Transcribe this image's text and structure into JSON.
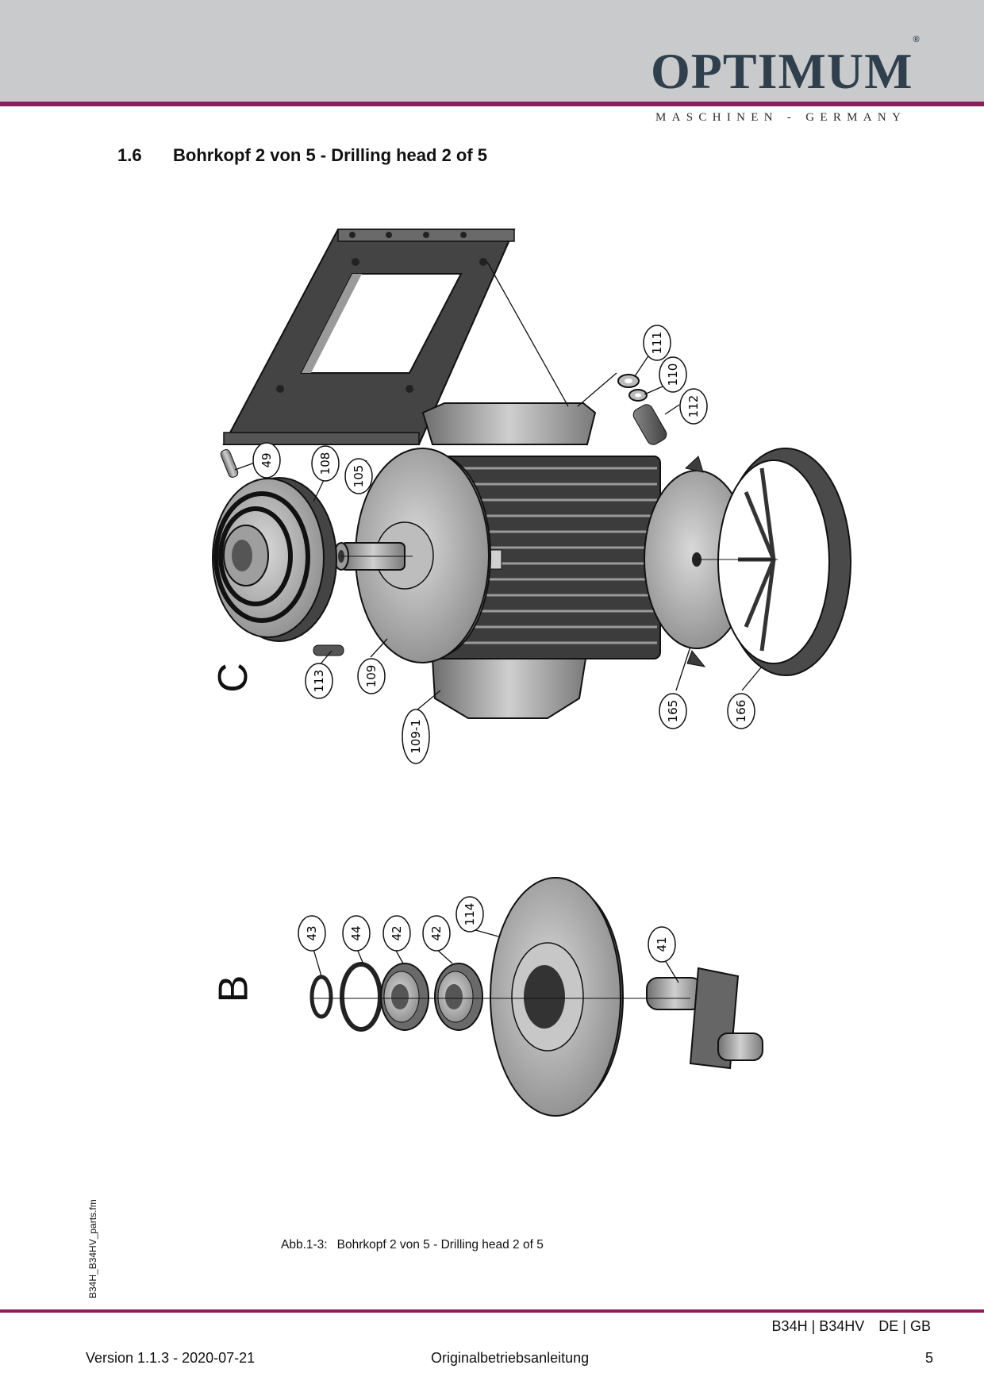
{
  "header": {
    "brand": "OPTIMUM",
    "registered": "®",
    "tagline": "MASCHINEN - GERMANY"
  },
  "section": {
    "number": "1.6",
    "title": "Bohrkopf 2 von 5 - Drilling head 2 of 5"
  },
  "figure": {
    "view_c": "C",
    "view_b": "B",
    "parts_c": [
      "49",
      "108",
      "105",
      "111",
      "110",
      "112",
      "113",
      "109",
      "109-1",
      "165",
      "166"
    ],
    "parts_b": [
      "43",
      "44",
      "42",
      "42",
      "114",
      "41"
    ],
    "caption_label": "Abb.1-3:",
    "caption_text": "Bohrkopf 2 von 5 - Drilling head 2 of 5"
  },
  "side_file": "B34H_B34HV_parts.fm",
  "footer": {
    "model": "B34H | B34HV",
    "languages": "DE | GB",
    "version": "Version 1.1.3 - 2020-07-21",
    "doc_type": "Originalbetriebsanleitung",
    "page": "5"
  },
  "colors": {
    "accent": "#8a1e5a",
    "header_band": "#c9cacc",
    "logo": "#2f3f4c"
  }
}
